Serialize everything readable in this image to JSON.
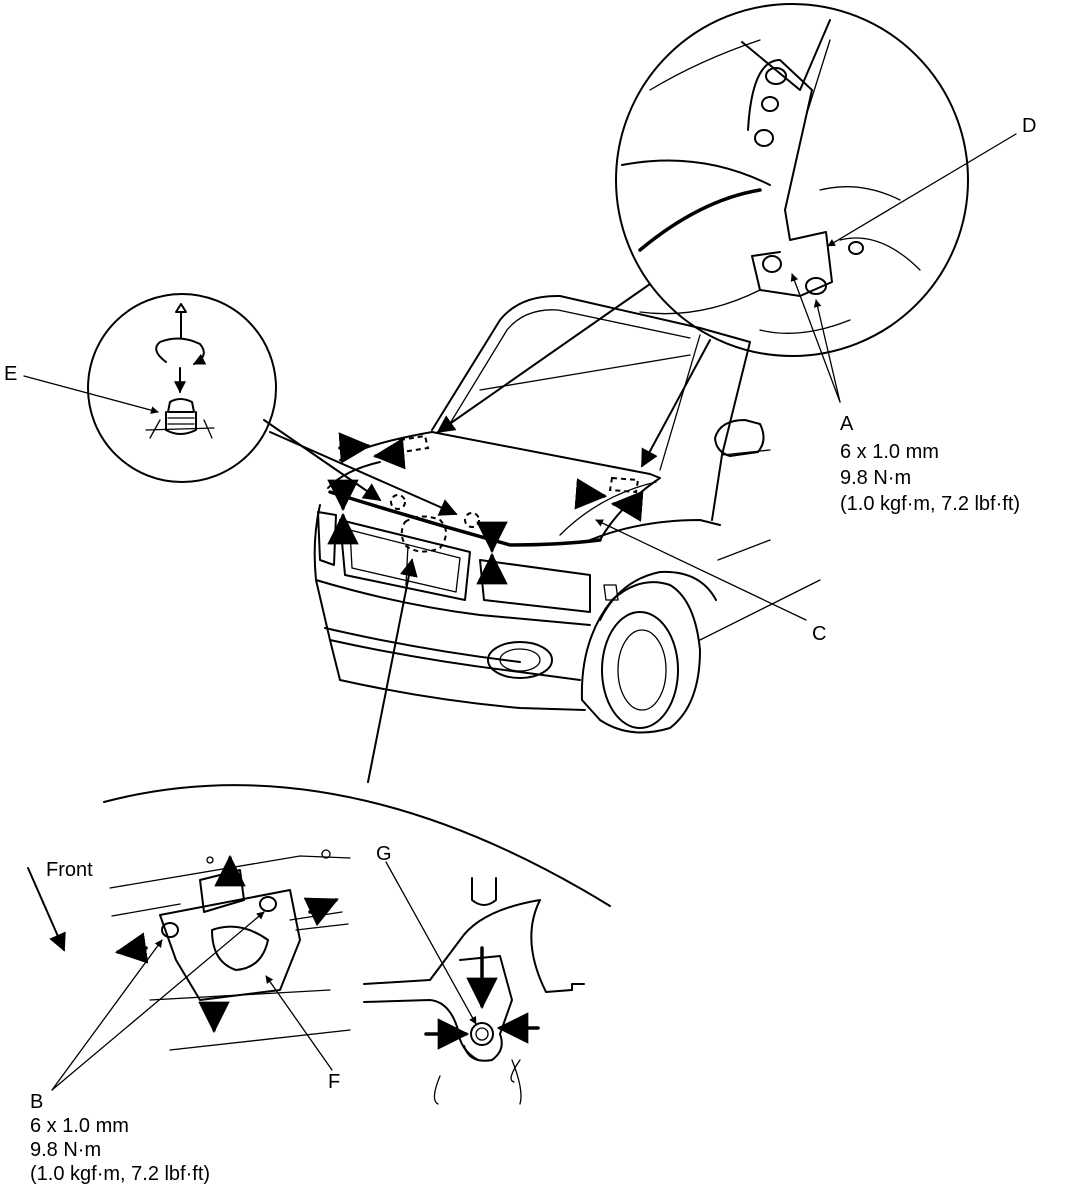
{
  "labels": {
    "a": {
      "letter": "A",
      "spec": [
        "6 x 1.0 mm",
        "9.8 N·m",
        "(1.0 kgf·m, 7.2 lbf·ft)"
      ]
    },
    "b": {
      "letter": "B",
      "spec": [
        "6 x 1.0 mm",
        "9.8 N·m",
        "(1.0 kgf·m, 7.2 lbf·ft)"
      ]
    },
    "c": "C",
    "d": "D",
    "e": "E",
    "f": "F",
    "g": "G",
    "front": "Front"
  }
}
